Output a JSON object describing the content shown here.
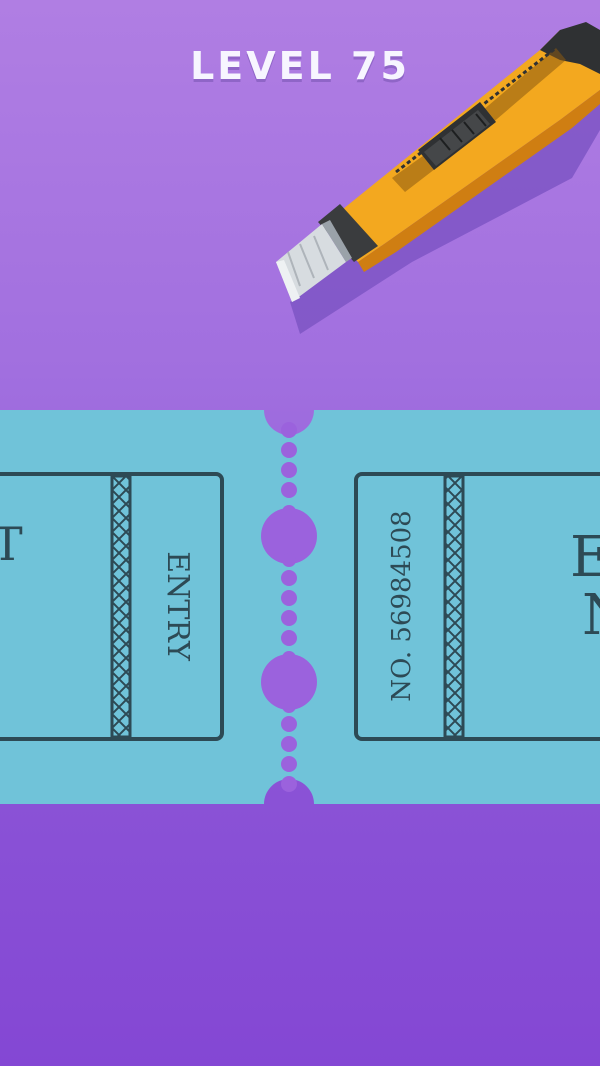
{
  "game": {
    "title": "LEVEL 75"
  },
  "ticket": {
    "left_stub_label": "ENTRY",
    "left_edge_fragment": "T",
    "serial_number": "NO. 56984508",
    "right_edge_fragment_top": "E",
    "right_edge_fragment_bottom": "N"
  },
  "colors": {
    "background_top": "#b07ee3",
    "background_bottom": "#8447d4",
    "ticket": "#70c3d9",
    "ticket_ink": "#2d4a55",
    "knife_body": "#f3a81f",
    "knife_grip": "#2f3133",
    "blade": "#d7dce0"
  }
}
